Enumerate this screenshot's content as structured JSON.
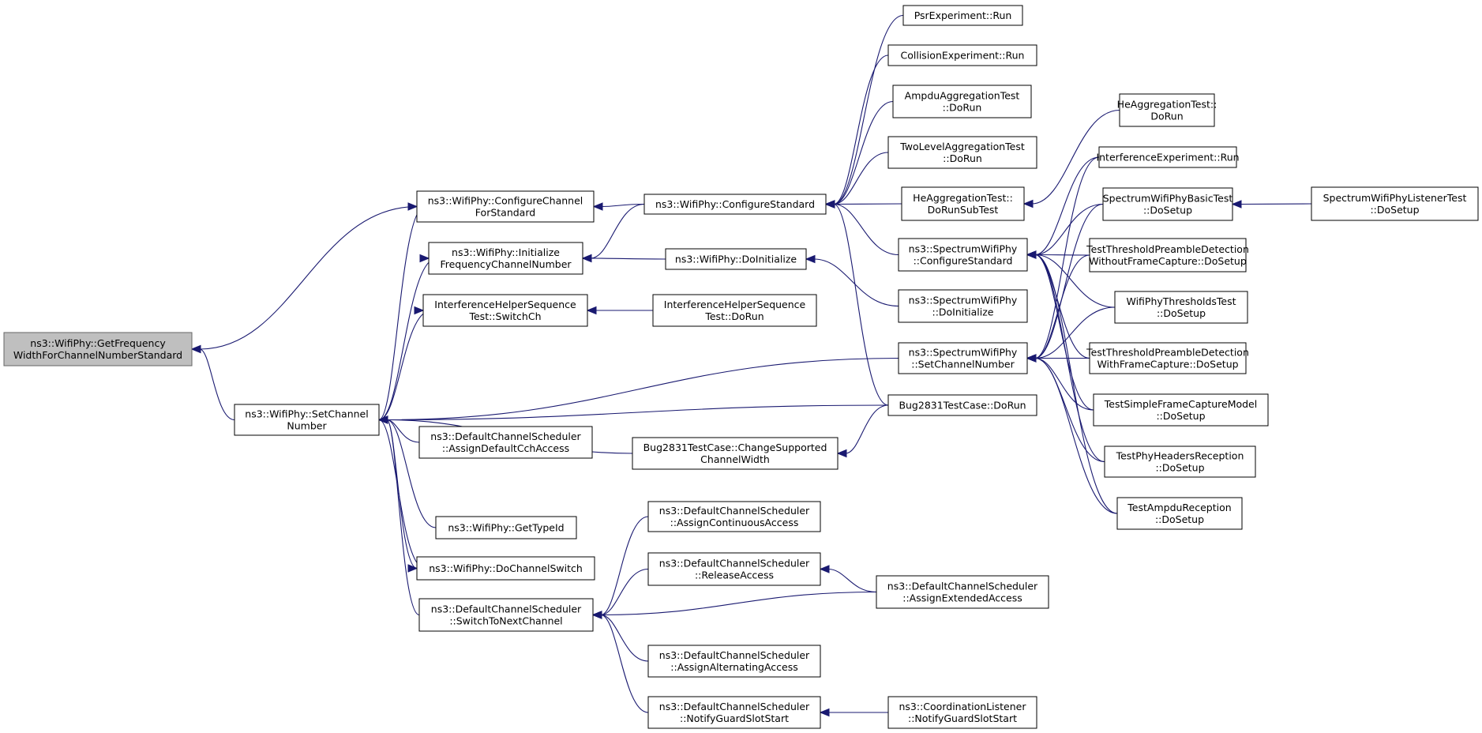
{
  "graph": {
    "colors": {
      "edge": "#191970",
      "root_fill": "#bfbfbf",
      "node_fill": "#ffffff",
      "node_stroke": "#000000"
    },
    "nodes": [
      {
        "id": "root",
        "lines": [
          "ns3::WifiPhy::GetFrequency",
          "WidthForChannelNumberStandard"
        ],
        "root": true
      },
      {
        "id": "setchan",
        "lines": [
          "ns3::WifiPhy::SetChannel",
          "Number"
        ]
      },
      {
        "id": "cfgchan",
        "lines": [
          "ns3::WifiPhy::ConfigureChannel",
          "ForStandard"
        ]
      },
      {
        "id": "initfreq",
        "lines": [
          "ns3::WifiPhy::Initialize",
          "FrequencyChannelNumber"
        ]
      },
      {
        "id": "ihsw",
        "lines": [
          "InterferenceHelperSequence",
          "Test::SwitchCh"
        ]
      },
      {
        "id": "dcsadc",
        "lines": [
          "ns3::DefaultChannelScheduler",
          "::AssignDefaultCchAccess"
        ]
      },
      {
        "id": "bugcsw",
        "lines": [
          "Bug2831TestCase::ChangeSupported",
          "ChannelWidth"
        ]
      },
      {
        "id": "gettid",
        "lines": [
          "ns3::WifiPhy::GetTypeId"
        ]
      },
      {
        "id": "dochsw",
        "lines": [
          "ns3::WifiPhy::DoChannelSwitch"
        ]
      },
      {
        "id": "switchnext",
        "lines": [
          "ns3::DefaultChannelScheduler",
          "::SwitchToNextChannel"
        ]
      },
      {
        "id": "cfgstd",
        "lines": [
          "ns3::WifiPhy::ConfigureStandard"
        ]
      },
      {
        "id": "doinit",
        "lines": [
          "ns3::WifiPhy::DoInitialize"
        ]
      },
      {
        "id": "ihdorun",
        "lines": [
          "InterferenceHelperSequence",
          "Test::DoRun"
        ]
      },
      {
        "id": "dcsaca",
        "lines": [
          "ns3::DefaultChannelScheduler",
          "::AssignContinuousAccess"
        ]
      },
      {
        "id": "dcsrel",
        "lines": [
          "ns3::DefaultChannelScheduler",
          "::ReleaseAccess"
        ]
      },
      {
        "id": "dcsaaa",
        "lines": [
          "ns3::DefaultChannelScheduler",
          "::AssignAlternatingAccess"
        ]
      },
      {
        "id": "dcsngs",
        "lines": [
          "ns3::DefaultChannelScheduler",
          "::NotifyGuardSlotStart"
        ]
      },
      {
        "id": "psr",
        "lines": [
          "PsrExperiment::Run"
        ]
      },
      {
        "id": "coll",
        "lines": [
          "CollisionExperiment::Run"
        ]
      },
      {
        "id": "ampdu",
        "lines": [
          "AmpduAggregationTest",
          "::DoRun"
        ]
      },
      {
        "id": "twolvl",
        "lines": [
          "TwoLevelAggregationTest",
          "::DoRun"
        ]
      },
      {
        "id": "heagsub",
        "lines": [
          "HeAggregationTest::",
          "DoRunSubTest"
        ]
      },
      {
        "id": "swcfg",
        "lines": [
          "ns3::SpectrumWifiPhy",
          "::ConfigureStandard"
        ]
      },
      {
        "id": "swinit",
        "lines": [
          "ns3::SpectrumWifiPhy",
          "::DoInitialize"
        ]
      },
      {
        "id": "swset",
        "lines": [
          "ns3::SpectrumWifiPhy",
          "::SetChannelNumber"
        ]
      },
      {
        "id": "bugrun",
        "lines": [
          "Bug2831TestCase::DoRun"
        ]
      },
      {
        "id": "dcsaea",
        "lines": [
          "ns3::DefaultChannelScheduler",
          "::AssignExtendedAccess"
        ]
      },
      {
        "id": "clngs",
        "lines": [
          "ns3::CoordinationListener",
          "::NotifyGuardSlotStart"
        ]
      },
      {
        "id": "heagrun",
        "lines": [
          "HeAggregationTest::",
          "DoRun"
        ]
      },
      {
        "id": "ierun",
        "lines": [
          "InterferenceExperiment::Run"
        ]
      },
      {
        "id": "swbasic",
        "lines": [
          "SpectrumWifiPhyBasicTest",
          "::DoSetup"
        ]
      },
      {
        "id": "ttpwo",
        "lines": [
          "TestThresholdPreambleDetection",
          "WithoutFrameCapture::DoSetup"
        ]
      },
      {
        "id": "wpthr",
        "lines": [
          "WifiPhyThresholdsTest",
          "::DoSetup"
        ]
      },
      {
        "id": "ttpw",
        "lines": [
          "TestThresholdPreambleDetection",
          "WithFrameCapture::DoSetup"
        ]
      },
      {
        "id": "tsfc",
        "lines": [
          "TestSimpleFrameCaptureModel",
          "::DoSetup"
        ]
      },
      {
        "id": "tphr",
        "lines": [
          "TestPhyHeadersReception",
          "::DoSetup"
        ]
      },
      {
        "id": "tampdu",
        "lines": [
          "TestAmpduReception",
          "::DoSetup"
        ]
      },
      {
        "id": "swlisten",
        "lines": [
          "SpectrumWifiPhyListenerTest",
          "::DoSetup"
        ]
      }
    ],
    "edges": [
      [
        "cfgchan",
        "root"
      ],
      [
        "setchan",
        "root"
      ],
      [
        "cfgstd",
        "cfgchan"
      ],
      [
        "setchan",
        "cfgchan"
      ],
      [
        "cfgstd",
        "initfreq"
      ],
      [
        "doinit",
        "initfreq"
      ],
      [
        "setchan",
        "initfreq"
      ],
      [
        "ihdorun",
        "ihsw"
      ],
      [
        "setchan",
        "ihsw"
      ],
      [
        "swset",
        "setchan"
      ],
      [
        "bugrun",
        "setchan"
      ],
      [
        "dcsadc",
        "setchan"
      ],
      [
        "bugcsw",
        "setchan"
      ],
      [
        "gettid",
        "setchan"
      ],
      [
        "dochsw",
        "setchan"
      ],
      [
        "switchnext",
        "setchan"
      ],
      [
        "setchan",
        "dochsw"
      ],
      [
        "bugrun",
        "bugcsw"
      ],
      [
        "dcsaca",
        "switchnext"
      ],
      [
        "dcsrel",
        "switchnext"
      ],
      [
        "dcsaea",
        "switchnext"
      ],
      [
        "dcsaaa",
        "switchnext"
      ],
      [
        "dcsngs",
        "switchnext"
      ],
      [
        "psr",
        "cfgstd"
      ],
      [
        "coll",
        "cfgstd"
      ],
      [
        "ampdu",
        "cfgstd"
      ],
      [
        "twolvl",
        "cfgstd"
      ],
      [
        "heagsub",
        "cfgstd"
      ],
      [
        "swcfg",
        "cfgstd"
      ],
      [
        "bugrun",
        "cfgstd"
      ],
      [
        "swinit",
        "doinit"
      ],
      [
        "dcsaea",
        "dcsrel"
      ],
      [
        "clngs",
        "dcsngs"
      ],
      [
        "heagrun",
        "heagsub"
      ],
      [
        "swlisten",
        "swbasic"
      ],
      [
        "ierun",
        "swcfg"
      ],
      [
        "swbasic",
        "swcfg"
      ],
      [
        "ttpwo",
        "swcfg"
      ],
      [
        "wpthr",
        "swcfg"
      ],
      [
        "ttpw",
        "swcfg"
      ],
      [
        "tsfc",
        "swcfg"
      ],
      [
        "tphr",
        "swcfg"
      ],
      [
        "tampdu",
        "swcfg"
      ],
      [
        "ierun",
        "swset"
      ],
      [
        "swbasic",
        "swset"
      ],
      [
        "ttpwo",
        "swset"
      ],
      [
        "wpthr",
        "swset"
      ],
      [
        "ttpw",
        "swset"
      ],
      [
        "tsfc",
        "swset"
      ],
      [
        "tphr",
        "swset"
      ],
      [
        "tampdu",
        "swset"
      ]
    ]
  }
}
